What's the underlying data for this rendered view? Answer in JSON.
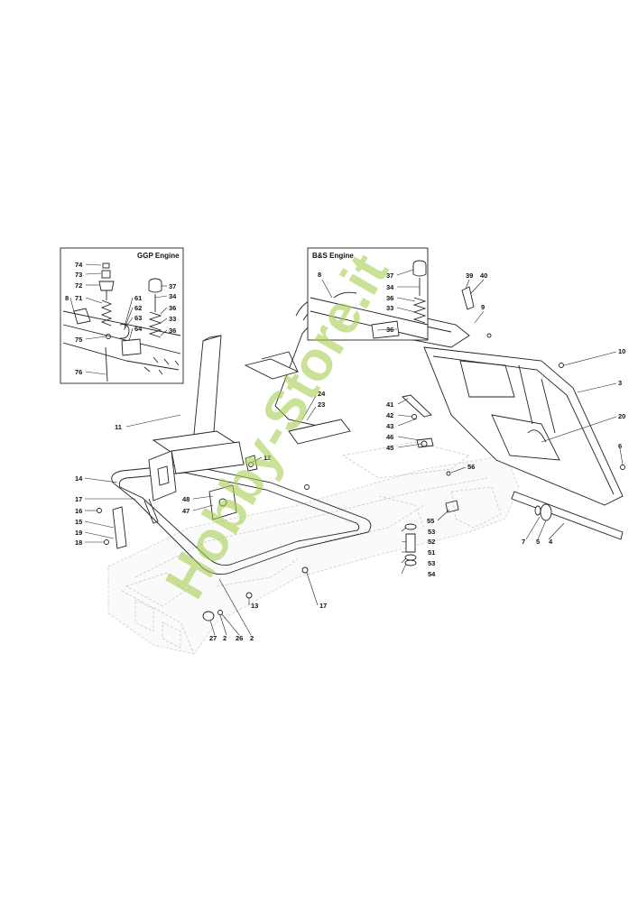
{
  "insets": {
    "ggp": {
      "title": "GGP Engine"
    },
    "bs": {
      "title": "B&S Engine"
    }
  },
  "watermark": {
    "text": "Hobby-Store.it",
    "color": "#a6cf52"
  },
  "labels": [
    {
      "id": "g74",
      "text": "74"
    },
    {
      "id": "g73",
      "text": "73"
    },
    {
      "id": "g72",
      "text": "72"
    },
    {
      "id": "g8",
      "text": "8"
    },
    {
      "id": "g71",
      "text": "71"
    },
    {
      "id": "g75",
      "text": "75"
    },
    {
      "id": "g76",
      "text": "76"
    },
    {
      "id": "g61",
      "text": "61"
    },
    {
      "id": "g62",
      "text": "62"
    },
    {
      "id": "g63",
      "text": "63"
    },
    {
      "id": "g64",
      "text": "64"
    },
    {
      "id": "g37",
      "text": "37"
    },
    {
      "id": "g34",
      "text": "34"
    },
    {
      "id": "g36a",
      "text": "36"
    },
    {
      "id": "g33",
      "text": "33"
    },
    {
      "id": "g36b",
      "text": "36"
    },
    {
      "id": "b8",
      "text": "8"
    },
    {
      "id": "b37",
      "text": "37"
    },
    {
      "id": "b34",
      "text": "34"
    },
    {
      "id": "b36",
      "text": "36"
    },
    {
      "id": "b33",
      "text": "33"
    },
    {
      "id": "b36b",
      "text": "36"
    },
    {
      "id": "l39",
      "text": "39"
    },
    {
      "id": "l40",
      "text": "40"
    },
    {
      "id": "l9",
      "text": "9"
    },
    {
      "id": "l10",
      "text": "10"
    },
    {
      "id": "l3",
      "text": "3"
    },
    {
      "id": "l20",
      "text": "20"
    },
    {
      "id": "l6",
      "text": "6"
    },
    {
      "id": "l11",
      "text": "11"
    },
    {
      "id": "l24",
      "text": "24"
    },
    {
      "id": "l23",
      "text": "23"
    },
    {
      "id": "l41",
      "text": "41"
    },
    {
      "id": "l42",
      "text": "42"
    },
    {
      "id": "l43",
      "text": "43"
    },
    {
      "id": "l46",
      "text": "46"
    },
    {
      "id": "l45",
      "text": "45"
    },
    {
      "id": "l12",
      "text": "12"
    },
    {
      "id": "l14",
      "text": "14"
    },
    {
      "id": "l17a",
      "text": "17"
    },
    {
      "id": "l16",
      "text": "16"
    },
    {
      "id": "l15",
      "text": "15"
    },
    {
      "id": "l19",
      "text": "19"
    },
    {
      "id": "l18",
      "text": "18"
    },
    {
      "id": "l48",
      "text": "48"
    },
    {
      "id": "l47",
      "text": "47"
    },
    {
      "id": "l56",
      "text": "56"
    },
    {
      "id": "l55",
      "text": "55"
    },
    {
      "id": "l53a",
      "text": "53"
    },
    {
      "id": "l52",
      "text": "52"
    },
    {
      "id": "l51",
      "text": "51"
    },
    {
      "id": "l53b",
      "text": "53"
    },
    {
      "id": "l54",
      "text": "54"
    },
    {
      "id": "l7",
      "text": "7"
    },
    {
      "id": "l5",
      "text": "5"
    },
    {
      "id": "l4",
      "text": "4"
    },
    {
      "id": "l13",
      "text": "13"
    },
    {
      "id": "l17b",
      "text": "17"
    },
    {
      "id": "l27",
      "text": "27"
    },
    {
      "id": "l2a",
      "text": "2"
    },
    {
      "id": "l26",
      "text": "26"
    },
    {
      "id": "l2b",
      "text": "2"
    }
  ]
}
